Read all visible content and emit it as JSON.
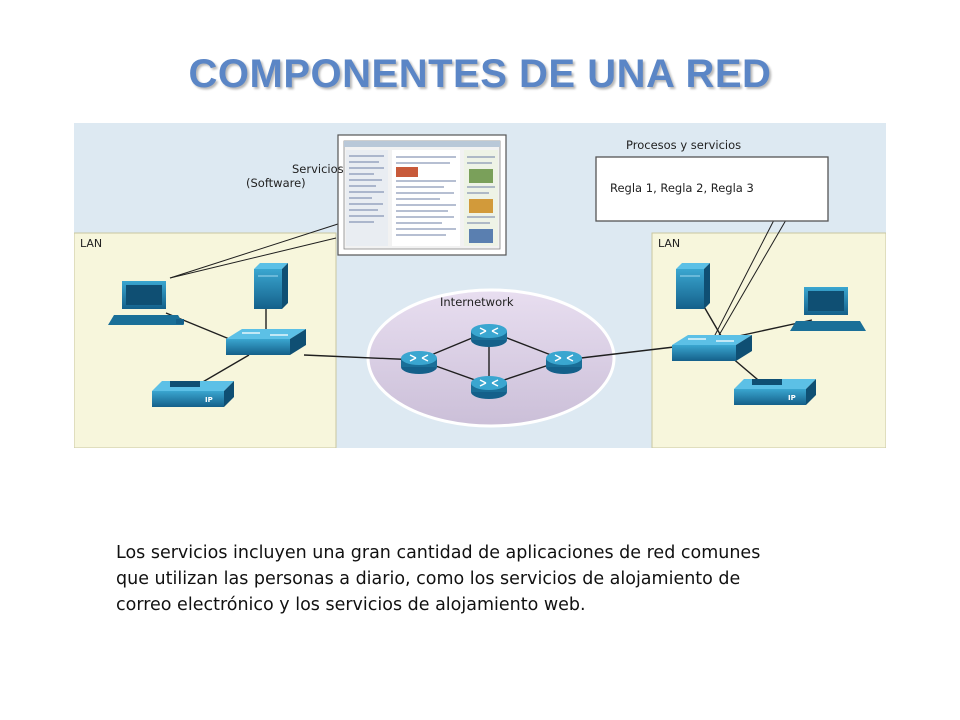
{
  "slide": {
    "title": "COMPONENTES DE UNA RED",
    "caption_lines": [
      "Los servicios incluyen una gran cantidad de aplicaciones de red comunes",
      "que utilizan las personas a diario, como los servicios de alojamiento de",
      "correo electrónico y los servicios de alojamiento web."
    ]
  },
  "diagram": {
    "lan_left_label": "LAN",
    "lan_right_label": "LAN",
    "internetwork_label": "Internetwork",
    "services_label_line1": "Servicios",
    "services_label_line2": "(Software)",
    "processes_label": "Procesos y servicios",
    "rules_text": "Regla 1, Regla 2, Regla 3",
    "ip_badge": "IP",
    "colors": {
      "background": "#dde9f2",
      "lan_zone": "#f7f6dc",
      "cloud": "#dcd0e4",
      "device": "#1f7ea8",
      "title": "#5b86c6"
    },
    "icons": [
      "pc-icon",
      "server-icon",
      "switch-icon",
      "ip-phone-icon",
      "router-icon",
      "browser-screenshot-icon"
    ]
  }
}
